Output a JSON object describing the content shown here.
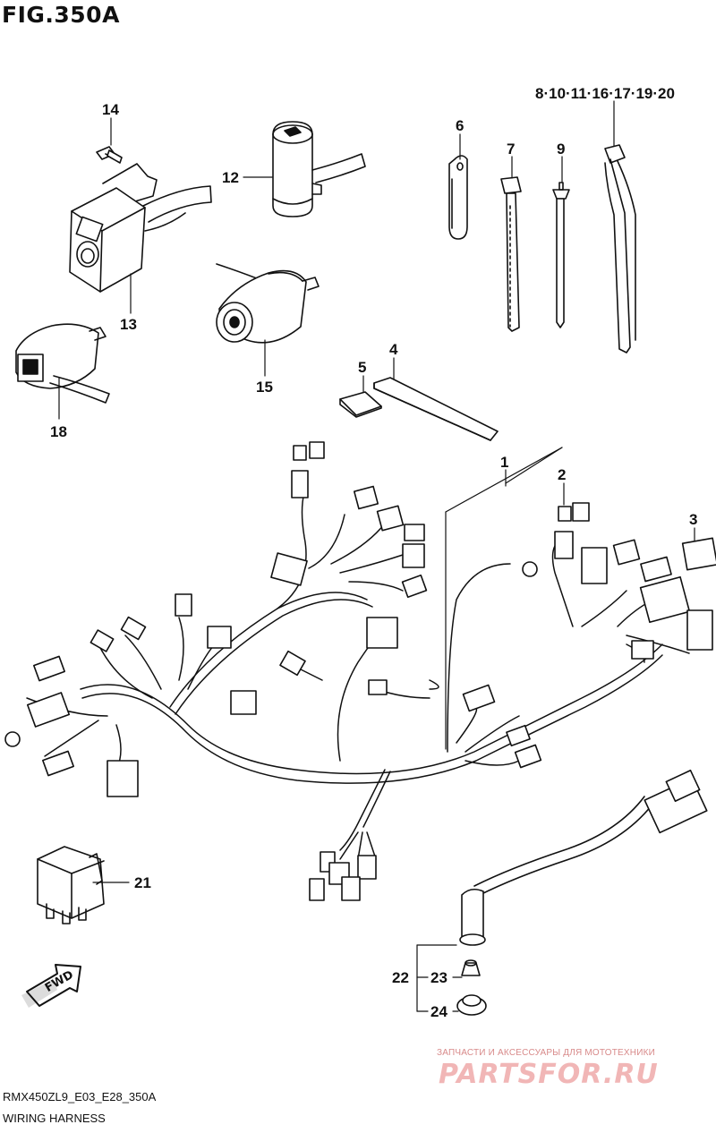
{
  "figure": {
    "title": "FIG.350A",
    "code": "RMX450ZL9_E03_E28_350A",
    "name": "WIRING HARNESS"
  },
  "callouts": {
    "p1": "1",
    "p2": "2",
    "p3": "3",
    "p4": "4",
    "p5": "5",
    "p6": "6",
    "p7": "7",
    "p9": "9",
    "p8group": "8·10·11·16·17·19·20",
    "p12": "12",
    "p13": "13",
    "p14": "14",
    "p15": "15",
    "p18": "18",
    "p21": "21",
    "p22": "22",
    "p23": "23",
    "p24": "24"
  },
  "direction_arrow": {
    "label": "FWD"
  },
  "watermark": {
    "tagline": "ЗАПЧАСТИ И АКСЕССУАРЫ ДЛЯ МОТОТЕХНИКИ",
    "logo": "PARTSFOR.RU"
  }
}
